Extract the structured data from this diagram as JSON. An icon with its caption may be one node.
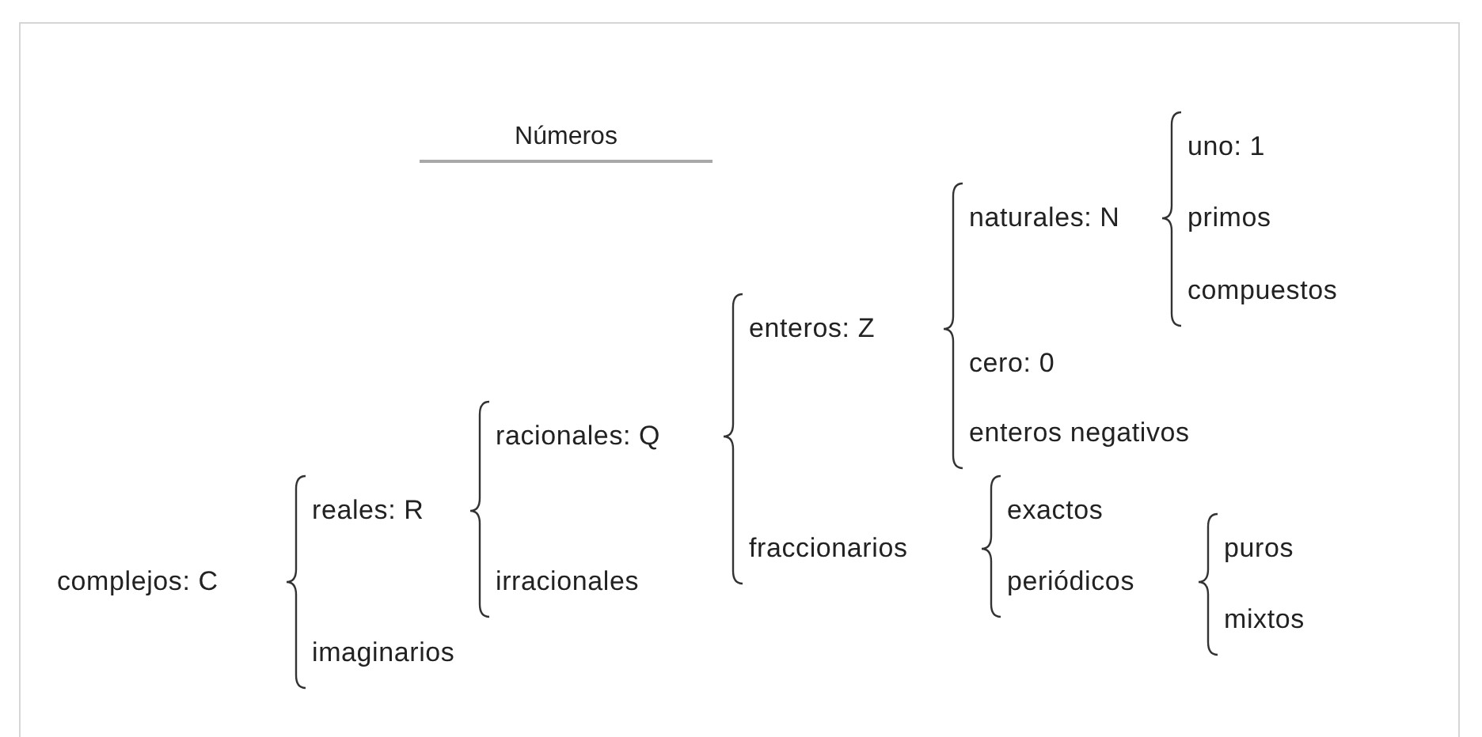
{
  "diagram": {
    "title": "Números",
    "nodes": [
      {
        "text": [
          "complejos: C"
        ]
      },
      {
        "text": [
          "reales: R"
        ]
      },
      {
        "text": [
          "imaginarios"
        ]
      },
      {
        "text": [
          "racionales: Q"
        ]
      },
      {
        "text": [
          "irracionales"
        ]
      },
      {
        "text": [
          "enteros: Z"
        ]
      },
      {
        "text": [
          "fraccionarios"
        ]
      },
      {
        "text": [
          "naturales: N"
        ]
      },
      {
        "text": [
          "cero: 0"
        ]
      },
      {
        "text": [
          "enteros negativos"
        ]
      },
      {
        "text": [
          "uno: 1"
        ]
      },
      {
        "text": [
          "primos"
        ]
      },
      {
        "text": [
          "compuestos"
        ]
      },
      {
        "text": [
          "exactos"
        ]
      },
      {
        "text": [
          "periódicos"
        ]
      },
      {
        "text": [
          "puros"
        ]
      },
      {
        "text": [
          "mixtos"
        ]
      }
    ]
  }
}
